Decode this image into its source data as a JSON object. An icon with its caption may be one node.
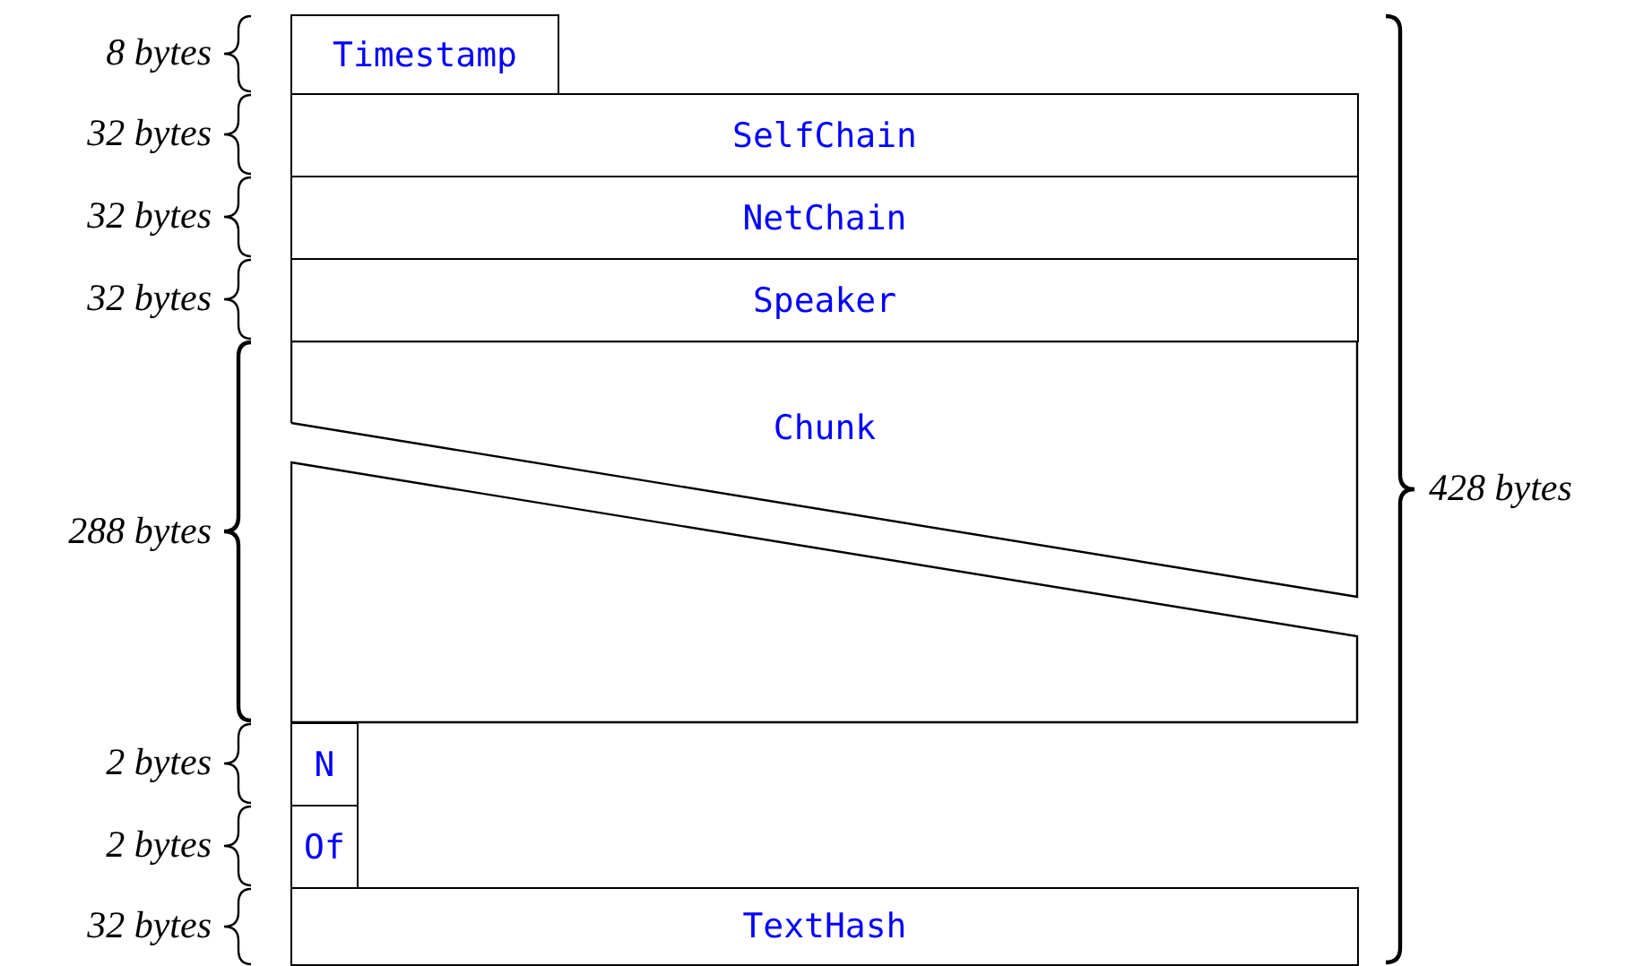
{
  "diagram": {
    "nodes": [
      {
        "text": [
          "Timestamp"
        ]
      },
      {
        "text": [
          "SelfChain"
        ]
      },
      {
        "text": [
          "NetChain"
        ]
      },
      {
        "text": [
          "Speaker"
        ]
      },
      {
        "text": [
          "Chunk"
        ]
      },
      {
        "text": [
          "N"
        ]
      },
      {
        "text": [
          "Of"
        ]
      },
      {
        "text": [
          "TextHash"
        ]
      }
    ],
    "edges": [],
    "labels": [
      "8 bytes",
      "32 bytes",
      "32 bytes",
      "32 bytes",
      "288 bytes",
      "2 bytes",
      "2 bytes",
      "32 bytes",
      "428 bytes"
    ]
  }
}
